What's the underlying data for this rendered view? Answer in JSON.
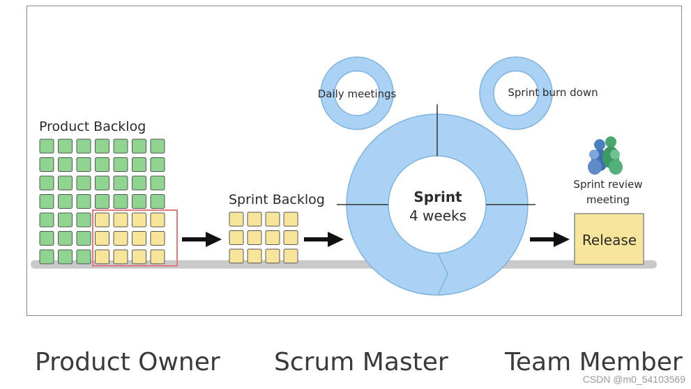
{
  "diagram": {
    "product_backlog_label": "Product Backlog",
    "sprint_backlog_label": "Sprint Backlog",
    "daily_meetings_label": "Daily meetings",
    "sprint_burn_down_label": "Sprint burn down",
    "sprint_label": "Sprint",
    "sprint_duration_label": "4 weeks",
    "sprint_review_label_line1": "Sprint review",
    "sprint_review_label_line2": "meeting",
    "release_label": "Release",
    "colors": {
      "backlog_green": "#8fd48f",
      "backlog_yellow": "#f7e59a",
      "cycle_blue": "#a9d2f5",
      "release_yellow": "#f7e59a",
      "selection_red": "#e07a7a"
    }
  },
  "roles": {
    "product_owner": "Product Owner",
    "scrum_master": "Scrum Master",
    "team_member": "Team Member"
  },
  "watermark": "CSDN @m0_54103569"
}
